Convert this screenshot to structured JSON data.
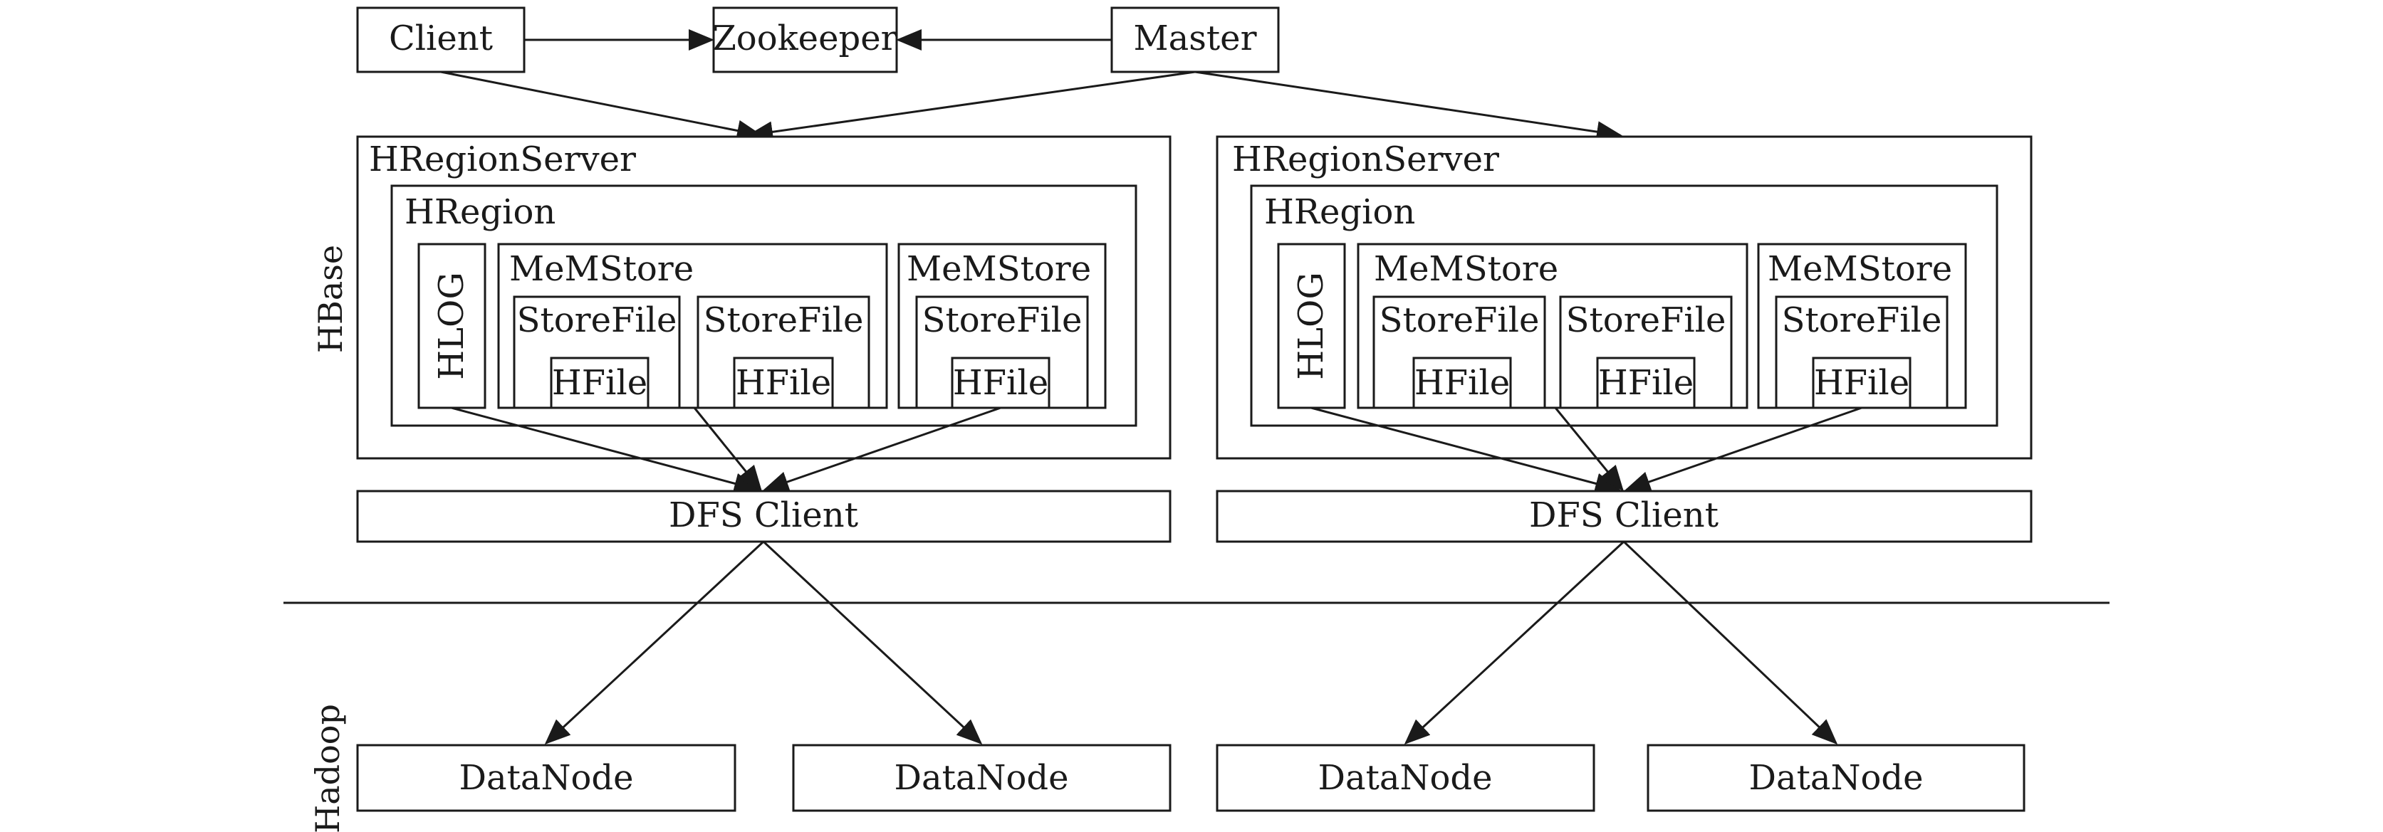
{
  "colors": {
    "stroke": "#1a1a1a",
    "background": "#ffffff"
  },
  "top": {
    "client": "Client",
    "zookeeper": "Zookeeper",
    "master": "Master"
  },
  "side_labels": {
    "hbase": "HBase",
    "hadoop": "Hadoop"
  },
  "servers": [
    {
      "title": "HRegionServer",
      "region": "HRegion",
      "hlog": "HLOG",
      "memstore_a": {
        "label": "MeMStore",
        "storefiles": [
          {
            "label": "StoreFile",
            "hfile": "HFile"
          },
          {
            "label": "StoreFile",
            "hfile": "HFile"
          }
        ]
      },
      "memstore_b": {
        "label": "MeMStore",
        "storefiles": [
          {
            "label": "StoreFile",
            "hfile": "HFile"
          }
        ]
      },
      "dfs_client": "DFS Client",
      "datanodes": [
        "DataNode",
        "DataNode"
      ]
    },
    {
      "title": "HRegionServer",
      "region": "HRegion",
      "hlog": "HLOG",
      "memstore_a": {
        "label": "MeMStore",
        "storefiles": [
          {
            "label": "StoreFile",
            "hfile": "HFile"
          },
          {
            "label": "StoreFile",
            "hfile": "HFile"
          }
        ]
      },
      "memstore_b": {
        "label": "MeMStore",
        "storefiles": [
          {
            "label": "StoreFile",
            "hfile": "HFile"
          }
        ]
      },
      "dfs_client": "DFS Client",
      "datanodes": [
        "DataNode",
        "DataNode"
      ]
    }
  ]
}
